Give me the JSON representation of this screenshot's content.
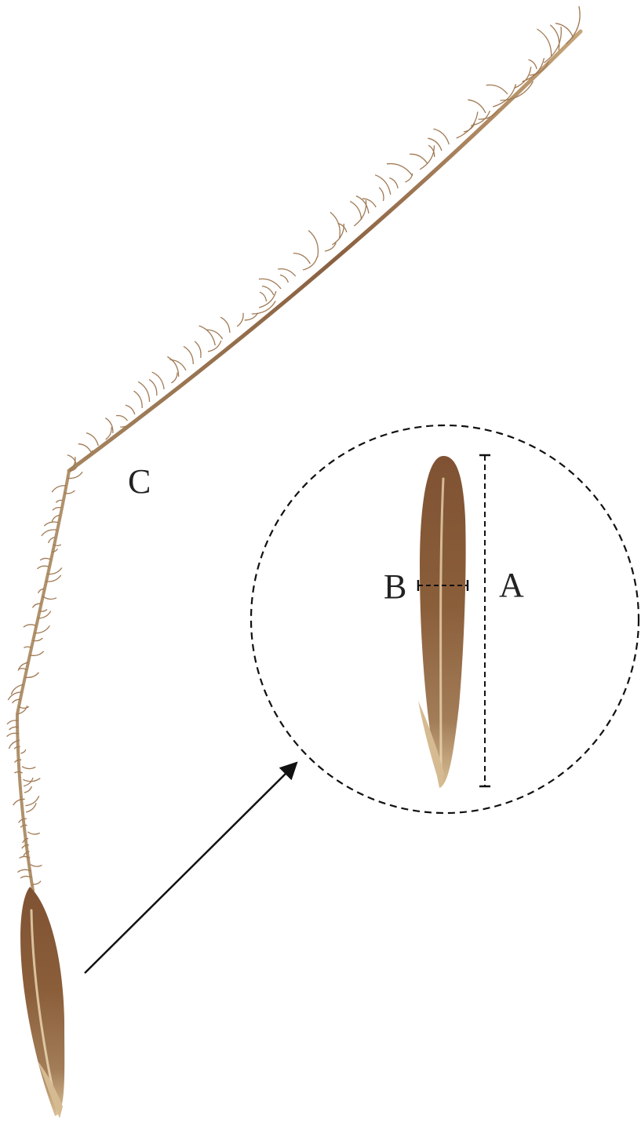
{
  "labels": {
    "awn_label": "C",
    "length_label": "A",
    "width_label": "B"
  },
  "colors": {
    "seed_dark": "#7a4e2d",
    "seed_mid": "#8b5e3a",
    "seed_light": "#c9a77c",
    "seed_highlight": "#efdcb8",
    "awn_dark": "#8a6040",
    "awn_light": "#c6a57a",
    "hair": "#a07a55",
    "line": "#111111"
  },
  "icons": {
    "magnifier": "dashed-circle",
    "pointer": "arrow"
  }
}
